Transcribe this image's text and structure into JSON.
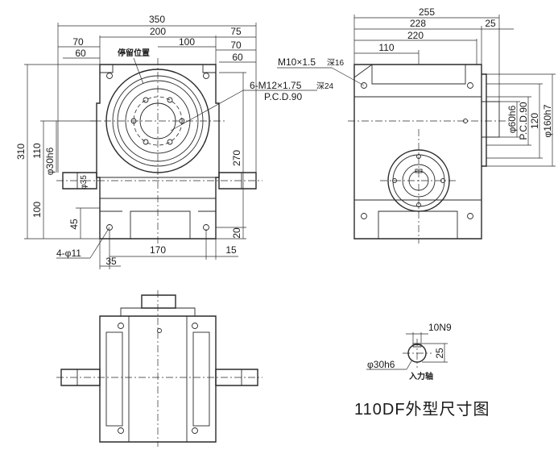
{
  "title": "110DF外型尺寸图",
  "front_view": {
    "dims_top": [
      "350",
      "200",
      "100",
      "70",
      "60",
      "75",
      "70",
      "60"
    ],
    "dims_left": [
      "310",
      "110",
      "φ30h6",
      "100",
      "45",
      "φ35"
    ],
    "dims_right": [
      "270",
      "20"
    ],
    "dims_bottom": [
      "170",
      "35",
      "15"
    ],
    "hole_note": "4-φ11",
    "stop_label": "停留位置",
    "thread_note": "6-M12×1.75",
    "thread_depth": "深24",
    "pcd": "P.C.D.90"
  },
  "side_view": {
    "dims_top": [
      "255",
      "228",
      "220",
      "110",
      "25"
    ],
    "thread_note": "M10×1.5",
    "thread_depth": "深16",
    "dims_right": [
      "φ60h6",
      "P.C.D.90",
      "120",
      "φ160h7"
    ]
  },
  "shaft_detail": {
    "key": "10N9",
    "height": "25",
    "diameter": "φ30h6",
    "label": "入力轴"
  }
}
